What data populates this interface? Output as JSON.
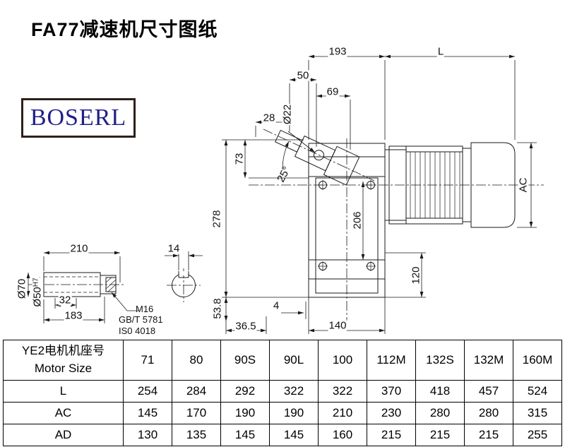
{
  "page": {
    "title": "FA77减速机尺寸图纸",
    "logo": "BOSERL"
  },
  "dims": {
    "n193": "193",
    "L": "L",
    "n50": "50",
    "n69": "69",
    "n28": "28",
    "phi22": "Ø22",
    "n73": "73",
    "angle": "25°",
    "n278": "278",
    "n206": "206",
    "AC": "AC",
    "n120": "120",
    "n210": "210",
    "n14": "14",
    "phi70": "Ø70",
    "phi50": "Ø50",
    "phi50_tol": "H7",
    "n32": "32",
    "n183": "183",
    "m16": "M16",
    "gbt": "GB/T 5781",
    "iso": "IS0 4018",
    "n4": "4",
    "n36_5": "36.5",
    "n140": "140",
    "n53_8": "53.8"
  },
  "table": {
    "header_line1": "YE2电机机座号",
    "header_line2": "Motor Size",
    "columns": [
      "71",
      "80",
      "90S",
      "90L",
      "100",
      "112M",
      "132S",
      "132M",
      "160M"
    ],
    "rows": [
      {
        "label": "L",
        "values": [
          "254",
          "284",
          "292",
          "322",
          "322",
          "370",
          "418",
          "457",
          "524"
        ]
      },
      {
        "label": "AC",
        "values": [
          "145",
          "170",
          "190",
          "190",
          "210",
          "230",
          "280",
          "280",
          "315"
        ]
      },
      {
        "label": "AD",
        "values": [
          "130",
          "135",
          "145",
          "145",
          "160",
          "215",
          "215",
          "215",
          "255"
        ]
      }
    ]
  }
}
